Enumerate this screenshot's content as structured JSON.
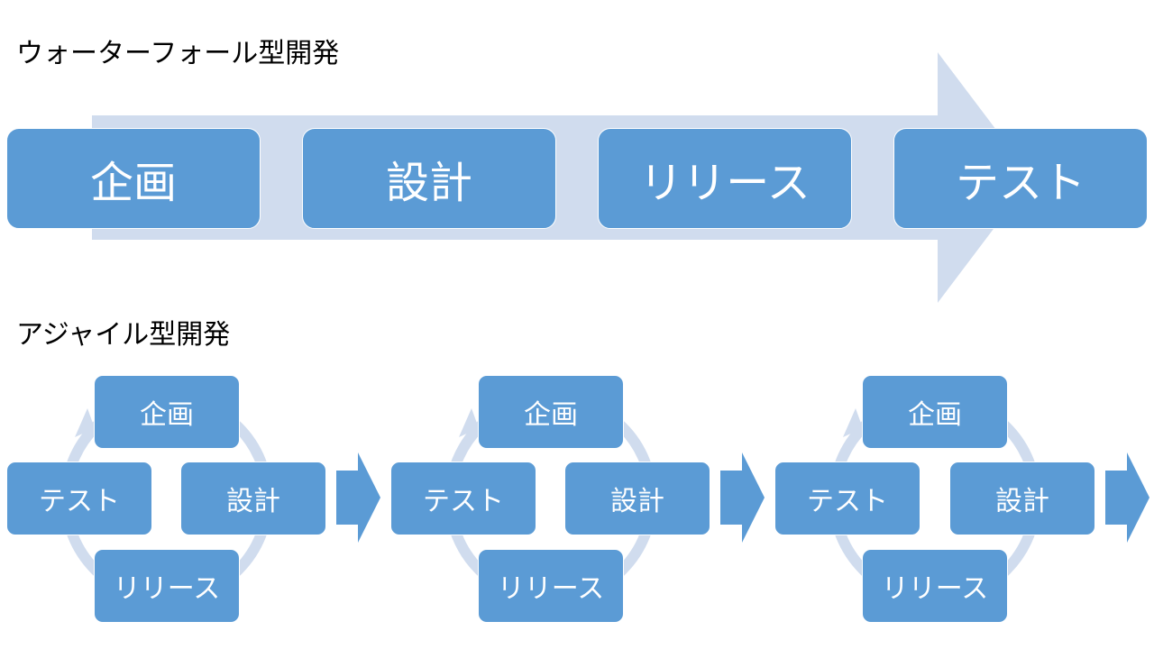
{
  "waterfall": {
    "title": "ウォーターフォール型開発",
    "steps": [
      "企画",
      "設計",
      "リリース",
      "テスト"
    ]
  },
  "agile": {
    "title": "アジャイル型開発",
    "cycles": [
      {
        "top": "企画",
        "right": "設計",
        "bottom": "リリース",
        "left": "テスト"
      },
      {
        "top": "企画",
        "right": "設計",
        "bottom": "リリース",
        "left": "テスト"
      },
      {
        "top": "企画",
        "right": "設計",
        "bottom": "リリース",
        "left": "テスト"
      }
    ]
  },
  "colors": {
    "box": "#5b9bd5",
    "arrow": "#d0dcee",
    "text": "#ffffff"
  }
}
